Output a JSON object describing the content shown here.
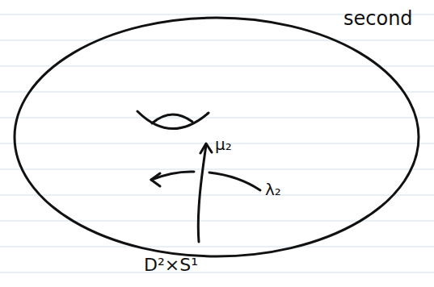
{
  "diagram": {
    "labels": [
      "second",
      "μ₂",
      "λ₂",
      "D²×S¹"
    ]
  }
}
